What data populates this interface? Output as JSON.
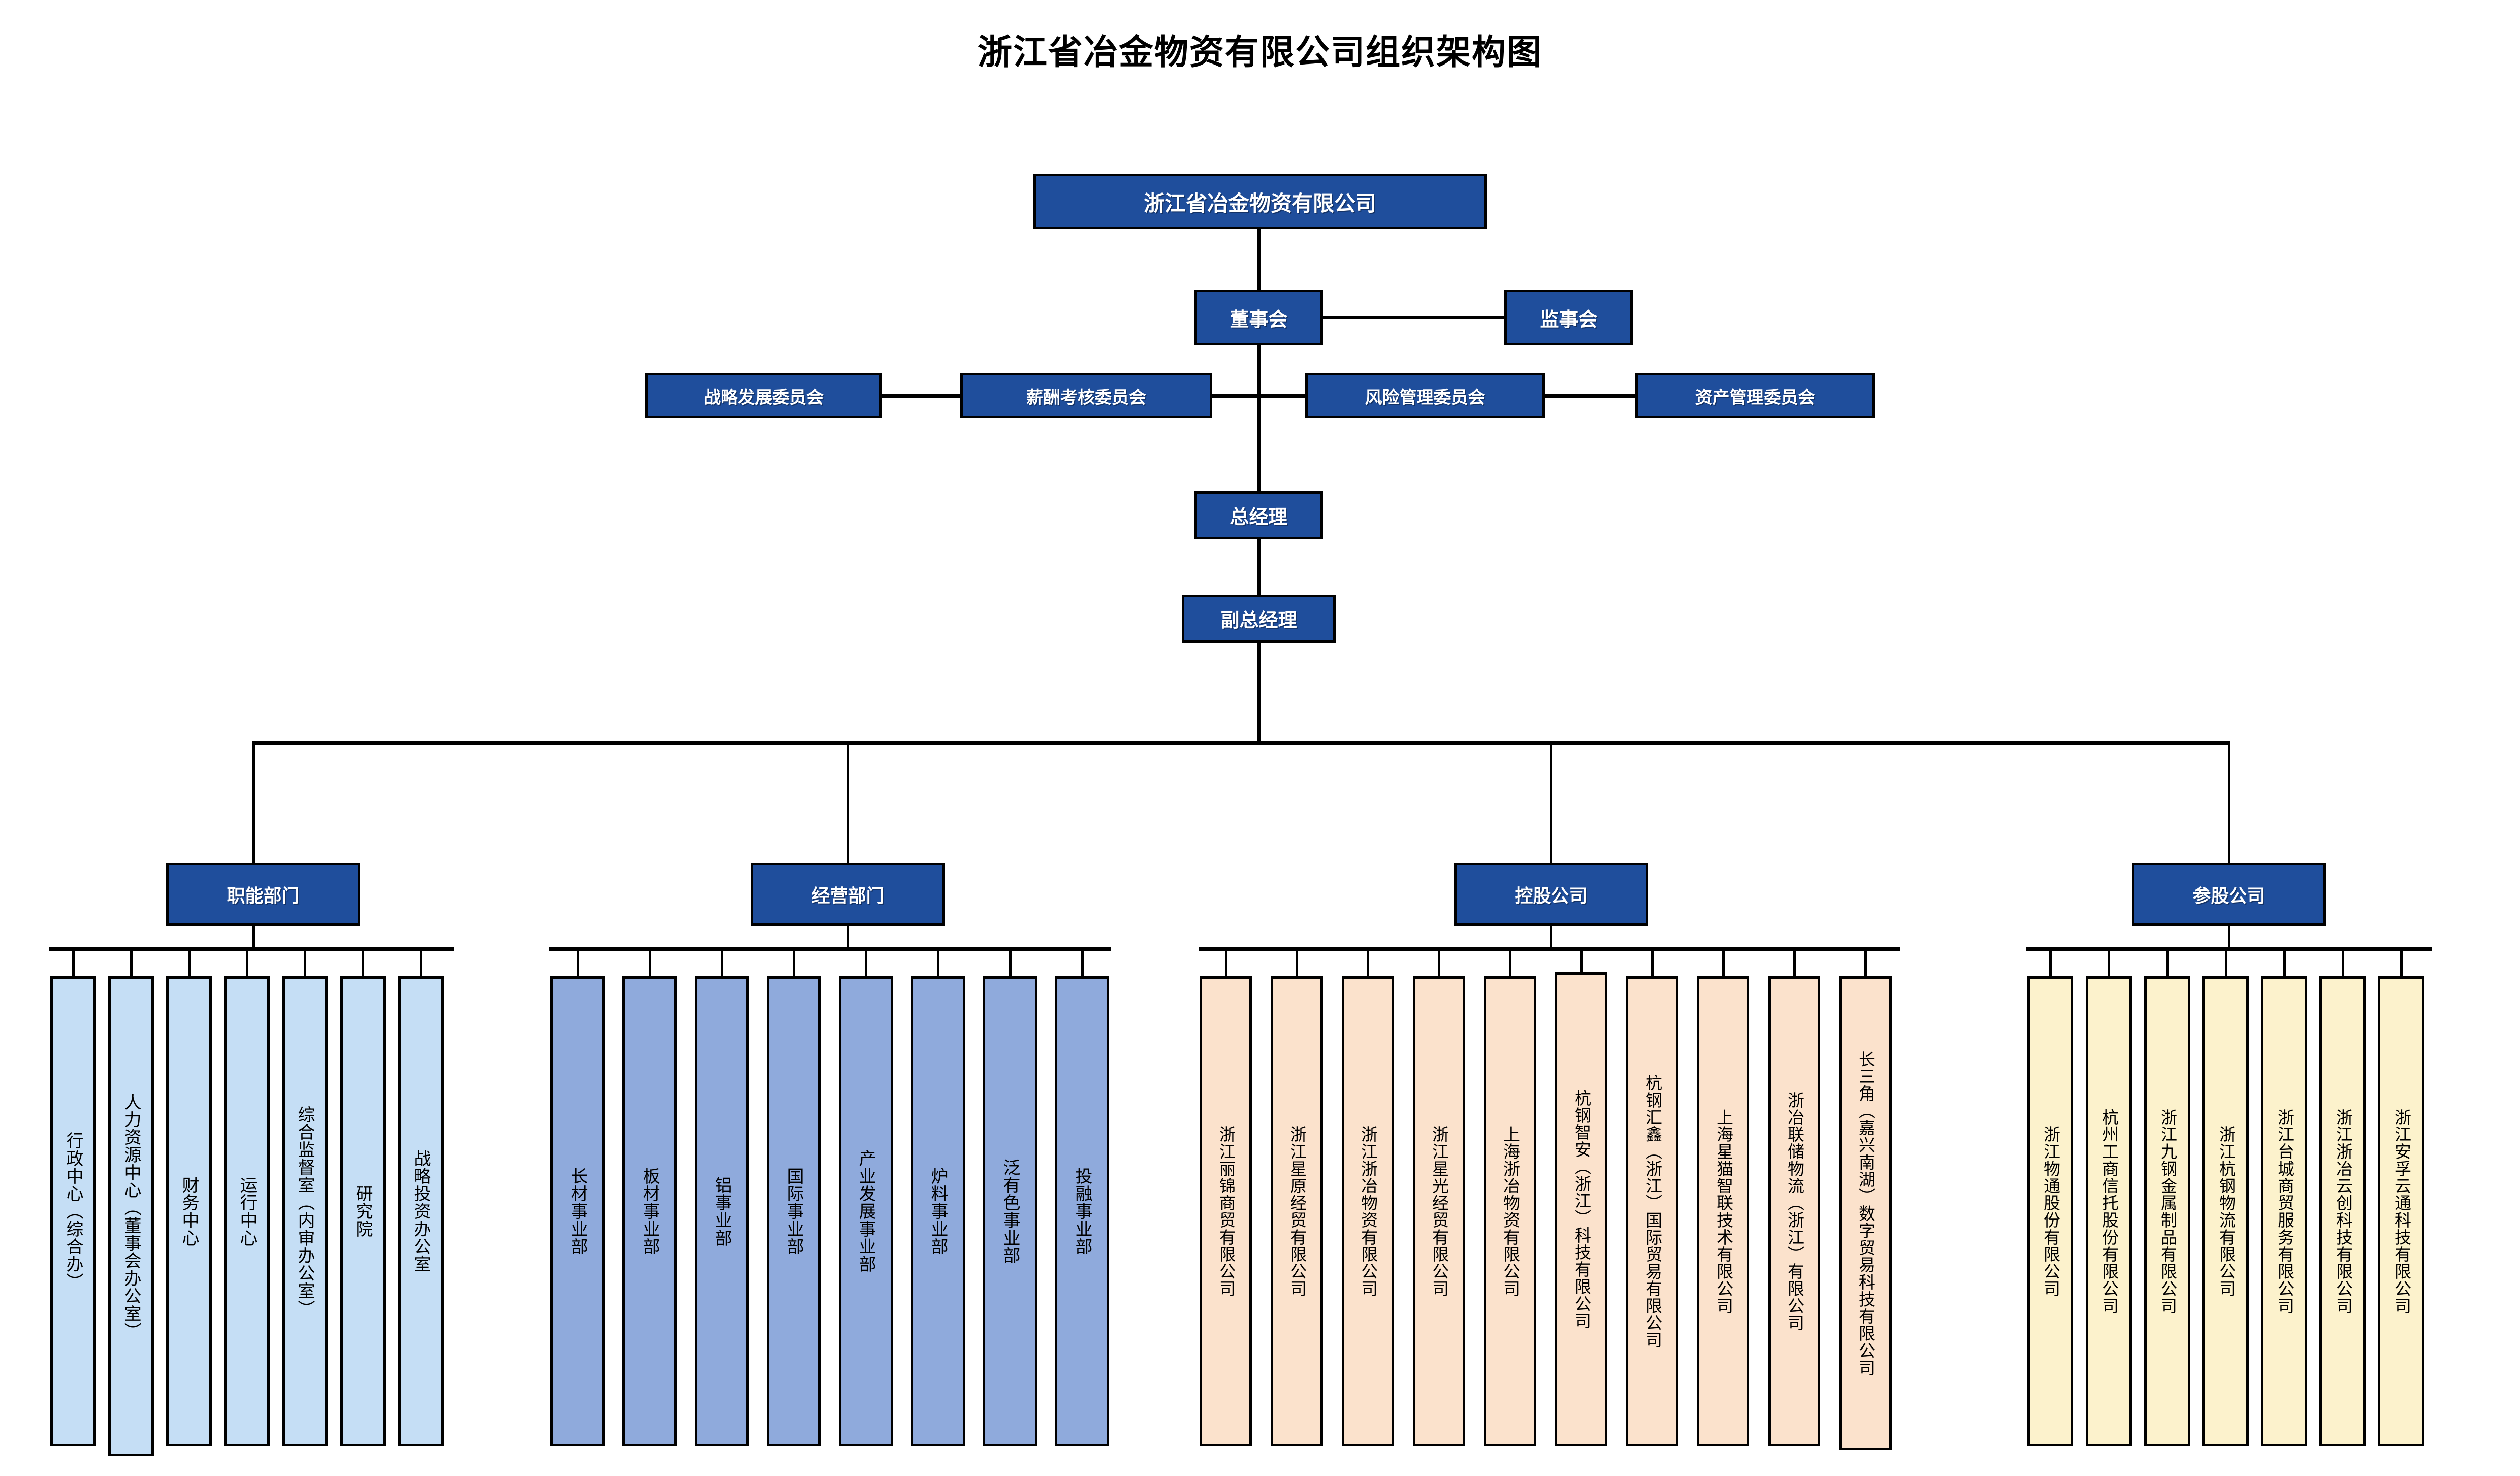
{
  "title": "浙江省冶金物资有限公司组织架构图",
  "root": {
    "label": "浙江省冶金物资有限公司"
  },
  "governance": {
    "board": "董事会",
    "supervisory": "监事会",
    "committees": [
      "战略发展委员会",
      "薪酬考核委员会",
      "风险管理委员会",
      "资产管理委员会"
    ]
  },
  "management": {
    "gm": "总经理",
    "deputy_gm": "副总经理"
  },
  "groups": [
    {
      "id": "functional",
      "header": "职能部门",
      "color": "#C5DEF5",
      "items": [
        "行政中心（综合办）",
        "人力资源中心（董事会办公室）",
        "财务中心",
        "运行中心",
        "综合监督室（内审办公室）",
        "研究院",
        "战略投资办公室"
      ]
    },
    {
      "id": "business",
      "header": "经营部门",
      "color": "#8FAADC",
      "items": [
        "长材事业部",
        "板材事业部",
        "铝事业部",
        "国际事业部",
        "产业发展事业部",
        "炉料事业部",
        "泛有色事业部",
        "投融事业部"
      ]
    },
    {
      "id": "holding",
      "header": "控股公司",
      "color": "#FBE2CC",
      "items": [
        "浙江丽锦商贸有限公司",
        "浙江星原经贸有限公司",
        "浙江浙冶物资有限公司",
        "浙江星光经贸有限公司",
        "上海浙冶物资有限公司",
        "杭钢智安（浙江）科技有限公司",
        "杭钢汇鑫（浙江）国际贸易有限公司",
        "上海星猫智联技术有限公司",
        "浙冶联储物流（浙江）有限公司",
        "长三角（嘉兴南湖）数字贸易科技有限公司"
      ]
    },
    {
      "id": "participating",
      "header": "参股公司",
      "color": "#FCF2CC",
      "items": [
        "浙江物通股份有限公司",
        "杭州工商信托股份有限公司",
        "浙江九钢金属制品有限公司",
        "浙江杭钢物流有限公司",
        "浙江台城商贸服务有限公司",
        "浙江浙冶云创科技有限公司",
        "浙江安孚云通科技有限公司"
      ]
    }
  ],
  "colors": {
    "header_blue": "#1F4E9C",
    "functional": "#C5DEF5",
    "business": "#8FAADC",
    "holding": "#FBE2CC",
    "participating": "#FCF2CC",
    "line": "#000000"
  }
}
